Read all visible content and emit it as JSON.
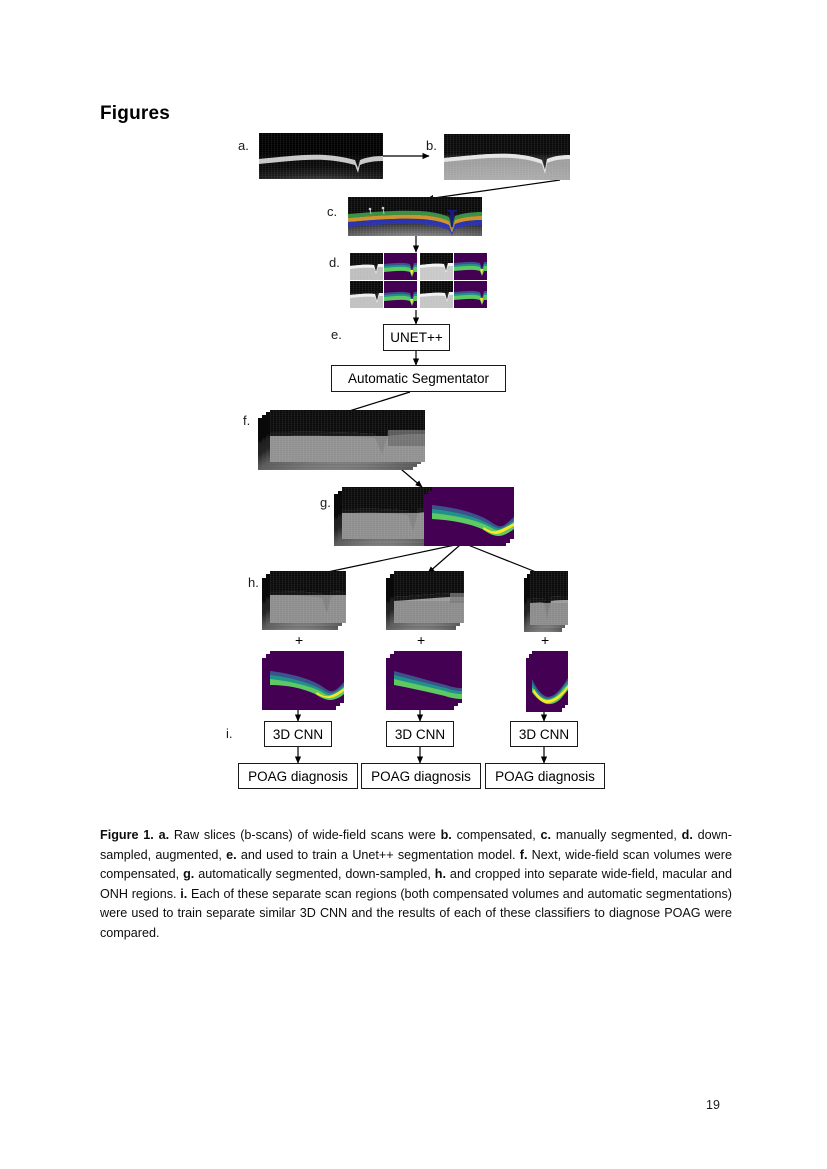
{
  "document": {
    "heading": "Figures",
    "page_number": "19"
  },
  "figure": {
    "panel_labels": {
      "a": "a.",
      "b": "b.",
      "c": "c.",
      "d": "d.",
      "e": "e.",
      "f": "f.",
      "g": "g.",
      "h": "h.",
      "i": "i."
    },
    "boxes": {
      "unet": "UNET++",
      "segmentator": "Automatic Segmentator",
      "cnn_widefield": "3D CNN",
      "cnn_macular": "3D CNN",
      "cnn_onh": "3D CNN",
      "diagnosis_widefield": "POAG diagnosis",
      "diagnosis_macular": "POAG diagnosis",
      "diagnosis_onh": "POAG diagnosis"
    },
    "operators": {
      "plus_widefield": "+",
      "plus_macular": "+",
      "plus_onh": "+"
    },
    "colors": {
      "viridis_background": "#440154",
      "viridis_blue": "#3b528b",
      "viridis_teal": "#21918c",
      "viridis_green": "#5ec962",
      "viridis_yellow": "#fde725",
      "manual_seg_green": "#3fa34d",
      "manual_seg_orange": "#e0a030",
      "manual_seg_blue": "#2b35c0",
      "box_border": "#1a1a1a",
      "arrow": "#000000"
    }
  },
  "caption": {
    "figure_number": "Figure 1.",
    "segments": [
      {
        "bold": "a.",
        "text": " Raw slices (b-scans) of wide-field scans were "
      },
      {
        "bold": "b.",
        "text": " compensated, "
      },
      {
        "bold": "c.",
        "text": " manually segmented, "
      },
      {
        "bold": "d.",
        "text": " down-sampled, augmented, "
      },
      {
        "bold": "e.",
        "text": " and used to train a Unet++ segmentation model. "
      },
      {
        "bold": "f.",
        "text": " Next, wide-field scan volumes were compensated, "
      },
      {
        "bold": "g.",
        "text": " automatically segmented, down-sampled, "
      },
      {
        "bold": "h.",
        "text": " and cropped into separate wide-field, macular and ONH regions. "
      },
      {
        "bold": "i.",
        "text": " Each of these separate scan regions (both compensated volumes and automatic segmentations) were used to train separate similar 3D CNN and the results of each of these classifiers to diagnose POAG were compared."
      }
    ]
  }
}
